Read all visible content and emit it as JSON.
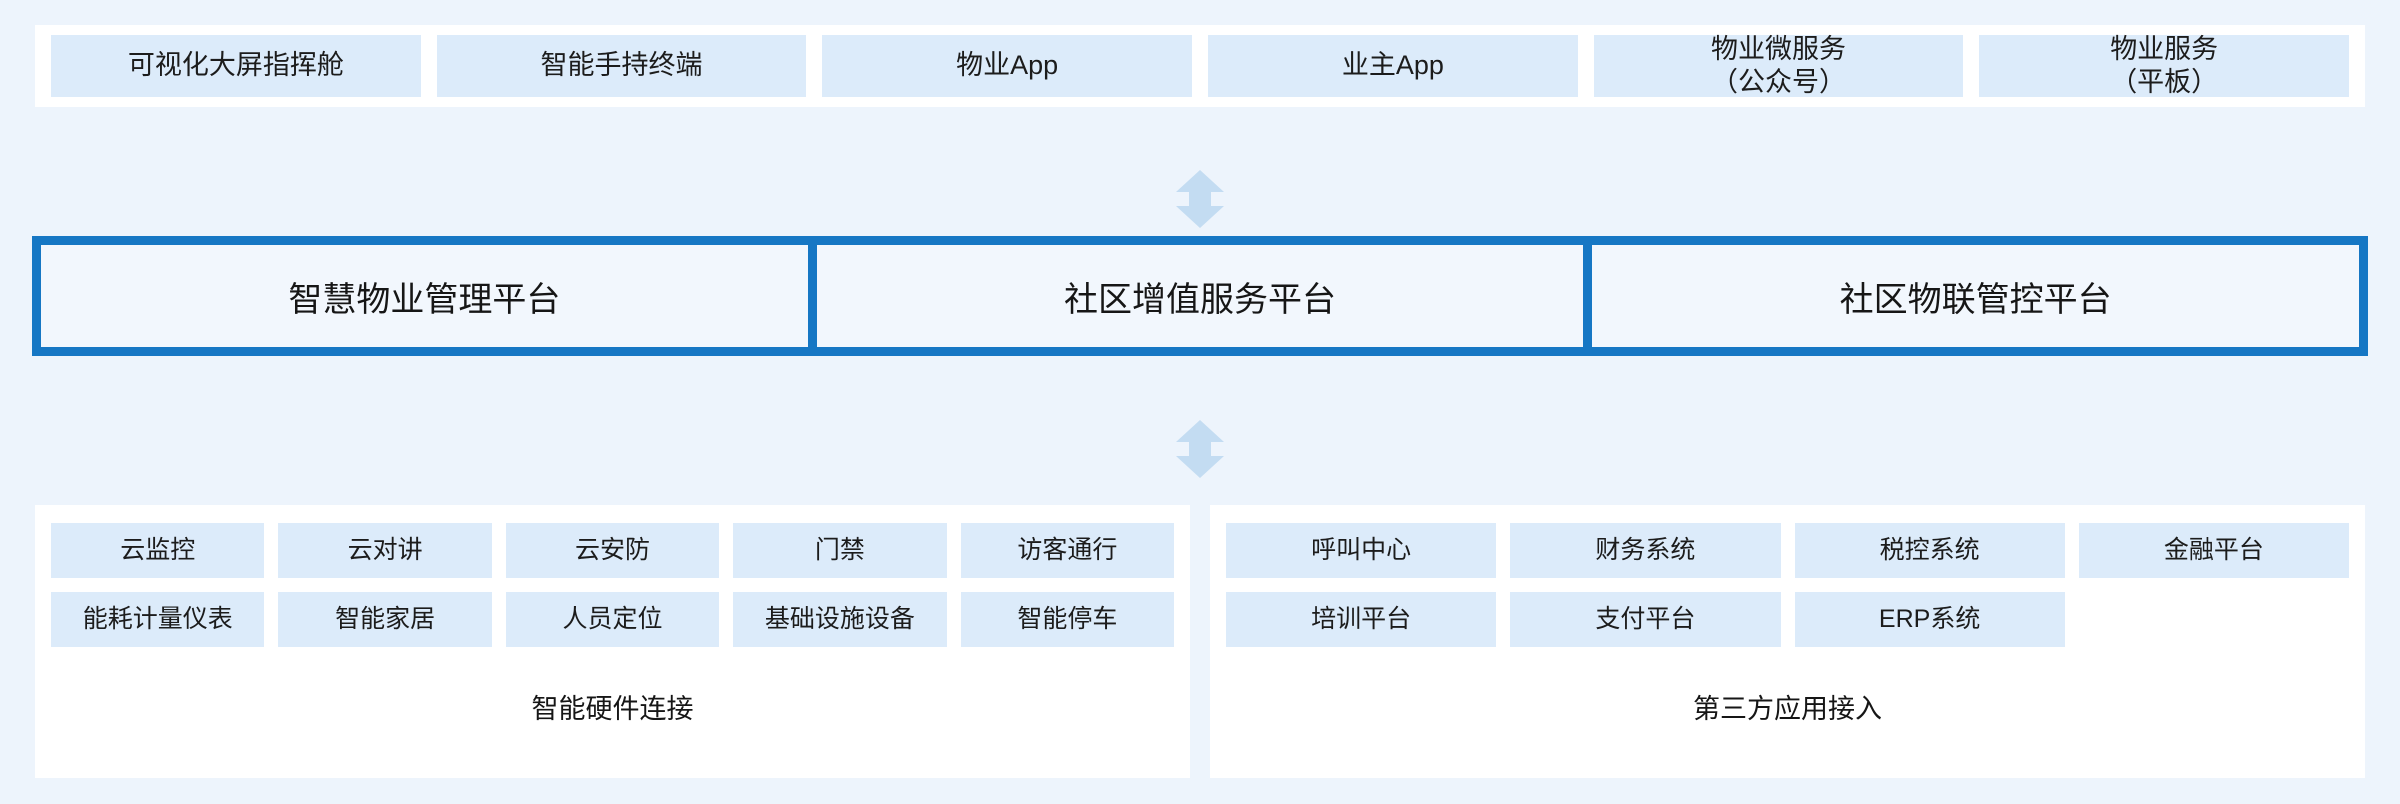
{
  "colors": {
    "page_background": "#edf4fc",
    "panel_background": "#ffffff",
    "tile_background": "#dcebfa",
    "platform_border": "#1677c4",
    "platform_cell_background": "#f2f7fd",
    "arrow": "#c3dcf2",
    "text": "#161616"
  },
  "top_row": {
    "items": [
      {
        "label": "可视化大屏指挥舱"
      },
      {
        "label": "智能手持终端"
      },
      {
        "label": "物业App"
      },
      {
        "label": "业主App"
      },
      {
        "label": "物业微服务\n（公众号）"
      },
      {
        "label": "物业服务\n（平板）"
      }
    ]
  },
  "connectors": [
    {
      "name": "top-to-platform",
      "icon": "double-arrow-vertical-icon"
    },
    {
      "name": "platform-to-bottom",
      "icon": "double-arrow-vertical-icon"
    }
  ],
  "platform_bar": {
    "cells": [
      {
        "label": "智慧物业管理平台"
      },
      {
        "label": "社区增值服务平台"
      },
      {
        "label": "社区物联管控平台"
      }
    ]
  },
  "bottom_left_panel": {
    "caption": "智能硬件连接",
    "rows": [
      [
        {
          "label": "云监控"
        },
        {
          "label": "云对讲"
        },
        {
          "label": "云安防"
        },
        {
          "label": "门禁"
        },
        {
          "label": "访客通行"
        }
      ],
      [
        {
          "label": "能耗计量仪表"
        },
        {
          "label": "智能家居"
        },
        {
          "label": "人员定位"
        },
        {
          "label": "基础设施设备"
        },
        {
          "label": "智能停车"
        }
      ]
    ]
  },
  "bottom_right_panel": {
    "caption": "第三方应用接入",
    "rows": [
      [
        {
          "label": "呼叫中心"
        },
        {
          "label": "财务系统"
        },
        {
          "label": "税控系统"
        },
        {
          "label": "金融平台"
        }
      ],
      [
        {
          "label": "培训平台"
        },
        {
          "label": "支付平台"
        },
        {
          "label": "ERP系统"
        },
        {
          "label": "",
          "empty": true
        }
      ]
    ]
  }
}
